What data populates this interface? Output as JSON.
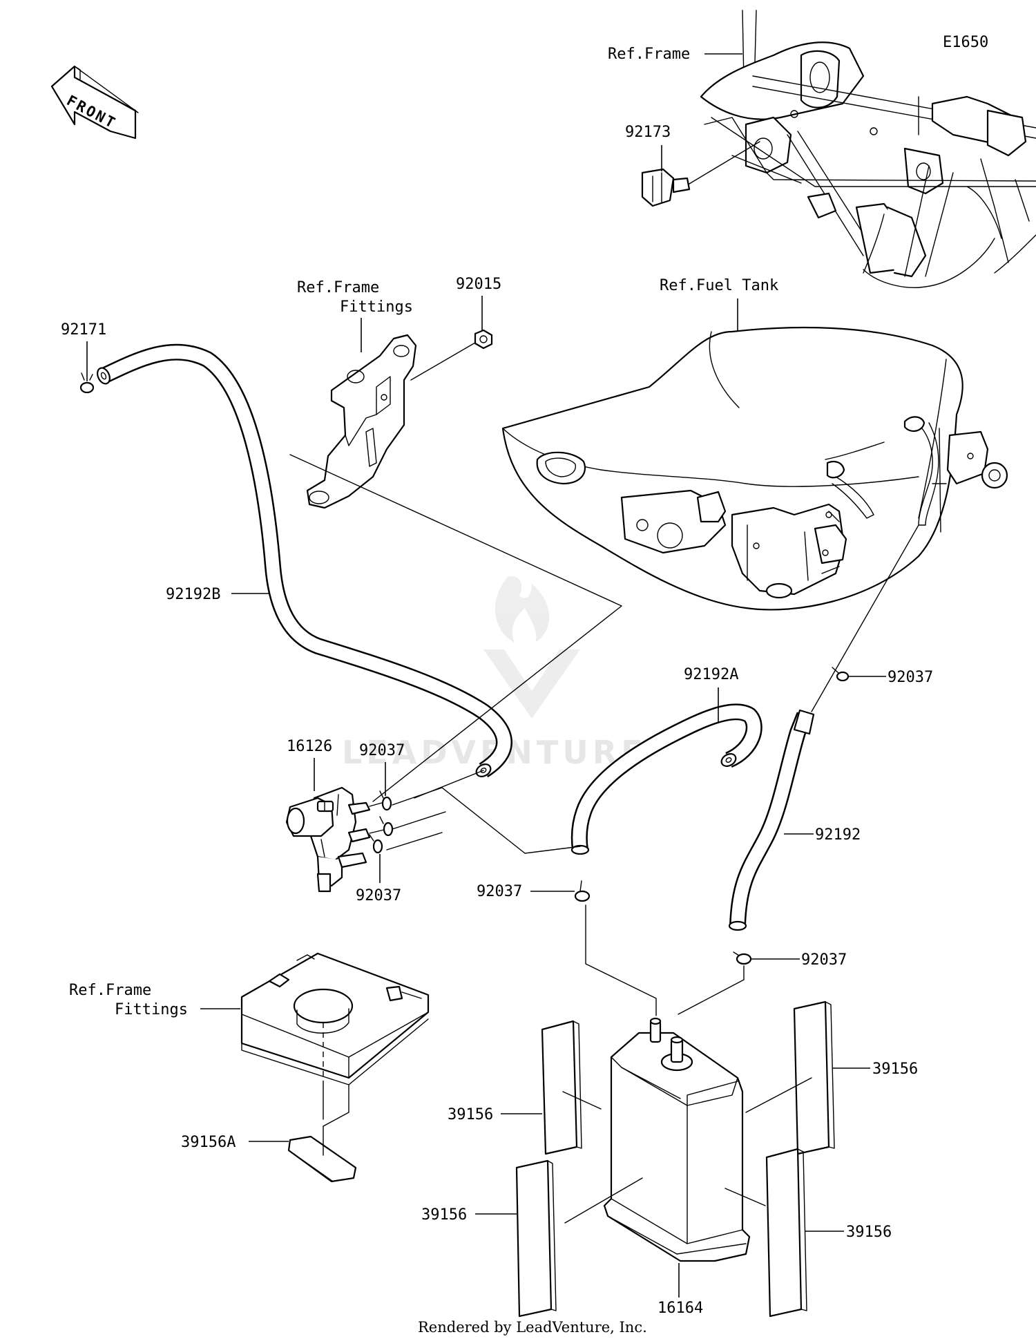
{
  "diagram_code": "E1650",
  "front_label": "FRONT",
  "footer": "Rendered by LeadVenture, Inc.",
  "watermark": "LEADVENTURE",
  "labels": {
    "ref_frame_top": "Ref.Frame",
    "p92173": "92173",
    "ref_frame_fittings_line1": "Ref.Frame",
    "ref_frame_fittings_line2": "Fittings",
    "p92015": "92015",
    "ref_fuel_tank": "Ref.Fuel Tank",
    "p92171": "92171",
    "p92192B": "92192B",
    "p92192A": "92192A",
    "p92037_right_upper": "92037",
    "p16126": "16126",
    "p92037_valve_upper": "92037",
    "p92037_valve_lower": "92037",
    "p92192": "92192",
    "p92037_mid_left": "92037",
    "p92037_mid_right": "92037",
    "ref_frame_fittings2_line1": "Ref.Frame",
    "ref_frame_fittings2_line2": "Fittings",
    "p39156A": "39156A",
    "p39156_left_upper": "39156",
    "p39156_left_lower": "39156",
    "p39156_right_upper": "39156",
    "p39156_right_lower": "39156",
    "p16164": "16164"
  }
}
